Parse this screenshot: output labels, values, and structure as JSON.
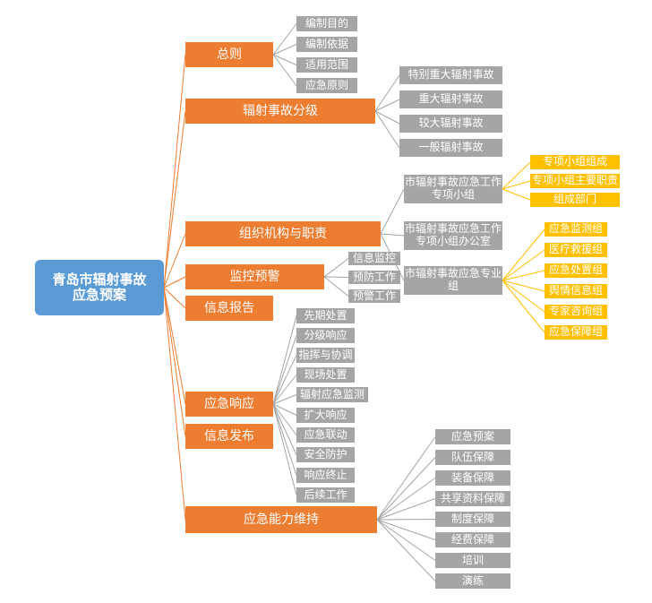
{
  "colors": {
    "root": "#5b9bd5",
    "level1": "#ed7d31",
    "level2": "#a5a5a5",
    "level3": "#ffc000",
    "line_orange": "#ed7d31",
    "line_gray": "#a5a5a5",
    "line_yellow": "#ffc000"
  },
  "root": {
    "label": "青岛市辐射事故\n应急预案"
  },
  "level1": [
    {
      "id": "zongze",
      "label": "总则"
    },
    {
      "id": "fenji",
      "label": "辐射事故分级"
    },
    {
      "id": "zuzhi",
      "label": "组织机构与职责"
    },
    {
      "id": "jiankong",
      "label": "监控预警"
    },
    {
      "id": "xinxibaogao",
      "label": "信息报告"
    },
    {
      "id": "xiangying",
      "label": "应急响应"
    },
    {
      "id": "fabu",
      "label": "信息发布"
    },
    {
      "id": "nengli",
      "label": "应急能力维持"
    }
  ],
  "level2": [
    {
      "id": "z1",
      "parent": "zongze",
      "label": "编制目的"
    },
    {
      "id": "z2",
      "parent": "zongze",
      "label": "编制依据"
    },
    {
      "id": "z3",
      "parent": "zongze",
      "label": "适用范围"
    },
    {
      "id": "z4",
      "parent": "zongze",
      "label": "应急原则"
    },
    {
      "id": "f1",
      "parent": "fenji",
      "label": "特别重大辐射事故"
    },
    {
      "id": "f2",
      "parent": "fenji",
      "label": "重大辐射事故"
    },
    {
      "id": "f3",
      "parent": "fenji",
      "label": "较大辐射事故"
    },
    {
      "id": "f4",
      "parent": "fenji",
      "label": "一般辐射事故"
    },
    {
      "id": "o1",
      "parent": "zuzhi",
      "label": "市辐射事故应急工作\n专项小组"
    },
    {
      "id": "o2",
      "parent": "zuzhi",
      "label": "市辐射事故应急工作\n专项小组办公室"
    },
    {
      "id": "o3",
      "parent": "zuzhi",
      "label": "市辐射事故应急专业\n组"
    },
    {
      "id": "j1",
      "parent": "jiankong",
      "label": "信息监控"
    },
    {
      "id": "j2",
      "parent": "jiankong",
      "label": "预防工作"
    },
    {
      "id": "j3",
      "parent": "jiankong",
      "label": "预警工作"
    },
    {
      "id": "x1",
      "parent": "xiangying",
      "label": "先期处置"
    },
    {
      "id": "x2",
      "parent": "xiangying",
      "label": "分级响应"
    },
    {
      "id": "x3",
      "parent": "xiangying",
      "label": "指挥与协调"
    },
    {
      "id": "x4",
      "parent": "xiangying",
      "label": "现场处置"
    },
    {
      "id": "x5",
      "parent": "xiangying",
      "label": "辐射应急监测"
    },
    {
      "id": "x6",
      "parent": "xiangying",
      "label": "扩大响应"
    },
    {
      "id": "x7",
      "parent": "xiangying",
      "label": "应急联动"
    },
    {
      "id": "x8",
      "parent": "xiangying",
      "label": "安全防护"
    },
    {
      "id": "x9",
      "parent": "xiangying",
      "label": "响应终止"
    },
    {
      "id": "x10",
      "parent": "xiangying",
      "label": "后续工作"
    },
    {
      "id": "n1",
      "parent": "nengli",
      "label": "应急预案"
    },
    {
      "id": "n2",
      "parent": "nengli",
      "label": "队伍保障"
    },
    {
      "id": "n3",
      "parent": "nengli",
      "label": "装备保障"
    },
    {
      "id": "n4",
      "parent": "nengli",
      "label": "共享资料保障"
    },
    {
      "id": "n5",
      "parent": "nengli",
      "label": "制度保障"
    },
    {
      "id": "n6",
      "parent": "nengli",
      "label": "经费保障"
    },
    {
      "id": "n7",
      "parent": "nengli",
      "label": "培训"
    },
    {
      "id": "n8",
      "parent": "nengli",
      "label": "演练"
    }
  ],
  "level3": [
    {
      "id": "y1",
      "parent": "o1",
      "label": "专项小组组成"
    },
    {
      "id": "y2",
      "parent": "o1",
      "label": "专项小组主要职责"
    },
    {
      "id": "y3",
      "parent": "o1",
      "label": "组成部门"
    },
    {
      "id": "p1",
      "parent": "o3",
      "label": "应急监测组"
    },
    {
      "id": "p2",
      "parent": "o3",
      "label": "医疗救援组"
    },
    {
      "id": "p3",
      "parent": "o3",
      "label": "应急处置组"
    },
    {
      "id": "p4",
      "parent": "o3",
      "label": "舆情信息组"
    },
    {
      "id": "p5",
      "parent": "o3",
      "label": "专家咨询组"
    },
    {
      "id": "p6",
      "parent": "o3",
      "label": "应急保障组"
    }
  ]
}
